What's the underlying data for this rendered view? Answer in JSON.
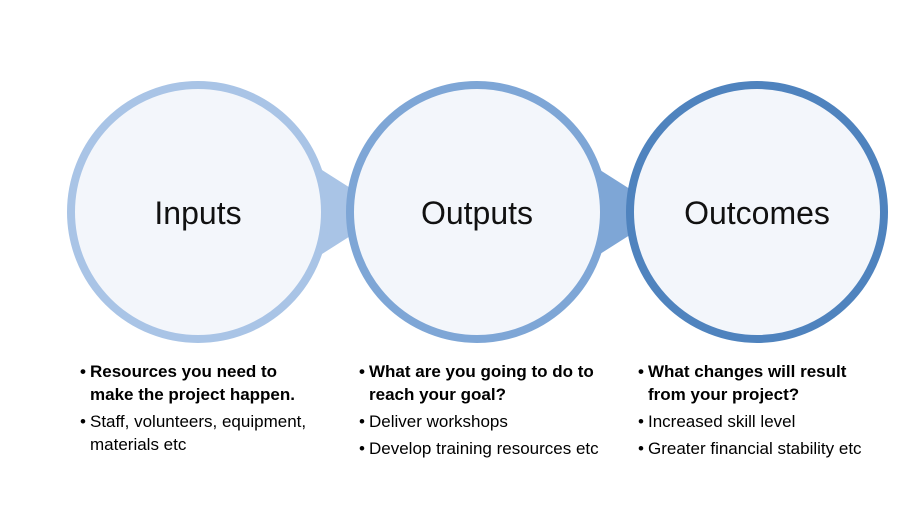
{
  "stages": [
    {
      "id": "inputs",
      "title": "Inputs",
      "ring_color": "#A9C4E6",
      "question": "Resources you need to make the project happen.",
      "items": [
        "Staff, volunteers, equipment, materials etc"
      ]
    },
    {
      "id": "outputs",
      "title": "Outputs",
      "ring_color": "#7EA6D6",
      "question": "What are you going to do to reach your goal?",
      "items": [
        "Deliver workshops",
        "Develop training resources etc"
      ]
    },
    {
      "id": "outcomes",
      "title": "Outcomes",
      "ring_color": "#4F83BE",
      "question": "What changes will result from your project?",
      "items": [
        "Increased skill level",
        " Greater financial stability etc"
      ]
    }
  ],
  "colors": {
    "circle_fill": "#F3F6FB"
  }
}
